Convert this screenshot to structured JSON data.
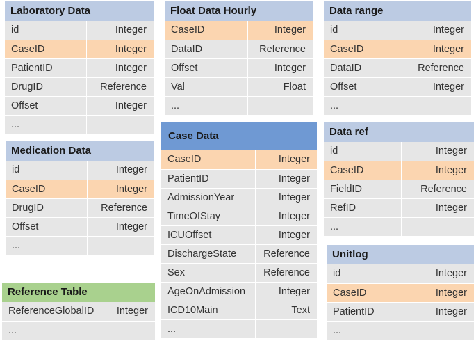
{
  "tables": {
    "laboratory": {
      "title": "Laboratory Data",
      "rows": [
        {
          "name": "id",
          "type": "Integer"
        },
        {
          "name": "CaseID",
          "type": "Integer"
        },
        {
          "name": "PatientID",
          "type": "Integer"
        },
        {
          "name": "DrugID",
          "type": "Reference"
        },
        {
          "name": "Offset",
          "type": "Integer"
        },
        {
          "name": "...",
          "type": ""
        }
      ]
    },
    "float_hourly": {
      "title": "Float Data Hourly",
      "rows": [
        {
          "name": "CaseID",
          "type": "Integer"
        },
        {
          "name": "DataID",
          "type": "Reference"
        },
        {
          "name": "Offset",
          "type": "Integer"
        },
        {
          "name": "Val",
          "type": "Float"
        },
        {
          "name": "...",
          "type": ""
        }
      ]
    },
    "data_range": {
      "title": "Data range",
      "rows": [
        {
          "name": "id",
          "type": "Integer"
        },
        {
          "name": "CaseID",
          "type": "Integer"
        },
        {
          "name": "DataID",
          "type": "Reference"
        },
        {
          "name": "Offset",
          "type": "Integer"
        },
        {
          "name": "...",
          "type": ""
        }
      ]
    },
    "medication": {
      "title": "Medication Data",
      "rows": [
        {
          "name": "id",
          "type": "Integer"
        },
        {
          "name": "CaseID",
          "type": "Integer"
        },
        {
          "name": "DrugID",
          "type": "Reference"
        },
        {
          "name": "Offset",
          "type": "Integer"
        },
        {
          "name": "...",
          "type": ""
        }
      ]
    },
    "case": {
      "title": "Case Data",
      "rows": [
        {
          "name": "CaseID",
          "type": "Integer"
        },
        {
          "name": "PatientID",
          "type": "Integer"
        },
        {
          "name": "AdmissionYear",
          "type": "Integer"
        },
        {
          "name": "TimeOfStay",
          "type": "Integer"
        },
        {
          "name": "ICUOffset",
          "type": "Integer"
        },
        {
          "name": "DischargeState",
          "type": "Reference"
        },
        {
          "name": "Sex",
          "type": "Reference"
        },
        {
          "name": "AgeOnAdmission",
          "type": "Integer"
        },
        {
          "name": "ICD10Main",
          "type": "Text"
        },
        {
          "name": "...",
          "type": ""
        }
      ]
    },
    "data_ref": {
      "title": "Data ref",
      "rows": [
        {
          "name": "id",
          "type": "Integer"
        },
        {
          "name": "CaseID",
          "type": "Integer"
        },
        {
          "name": "FieldID",
          "type": "Reference"
        },
        {
          "name": "RefID",
          "type": "Integer"
        },
        {
          "name": "...",
          "type": ""
        }
      ]
    },
    "unitlog": {
      "title": "Unitlog",
      "rows": [
        {
          "name": "id",
          "type": "Integer"
        },
        {
          "name": "CaseID",
          "type": "Integer"
        },
        {
          "name": "PatientID",
          "type": "Integer"
        },
        {
          "name": "...",
          "type": ""
        }
      ]
    },
    "reference": {
      "title": "Reference Table",
      "rows": [
        {
          "name": "ReferenceGlobalID",
          "type": "Integer"
        },
        {
          "name": "...",
          "type": ""
        }
      ]
    }
  },
  "colors": {
    "header": "#bccbe3",
    "case_header": "#6f99d3",
    "reference_header": "#a9d18e",
    "key_row": "#fbd5b0",
    "row": "#e6e6e6"
  }
}
